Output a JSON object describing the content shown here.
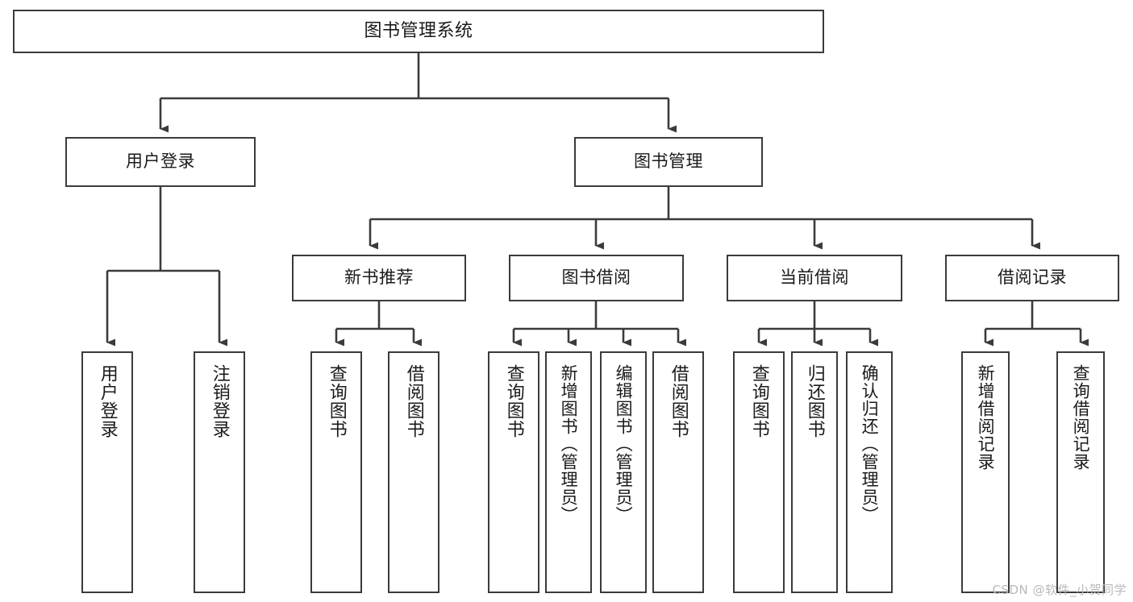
{
  "diagram": {
    "type": "tree-flowchart",
    "title": "图书管理系统",
    "root": {
      "label": "图书管理系统"
    },
    "level2": [
      {
        "id": "user-login",
        "label": "用户登录"
      },
      {
        "id": "book-manage",
        "label": "图书管理"
      }
    ],
    "level3": [
      {
        "id": "new-book-recommend",
        "label": "新书推荐",
        "parent": "book-manage"
      },
      {
        "id": "book-borrow",
        "label": "图书借阅",
        "parent": "book-manage"
      },
      {
        "id": "current-borrow",
        "label": "当前借阅",
        "parent": "book-manage"
      },
      {
        "id": "borrow-record",
        "label": "借阅记录",
        "parent": "book-manage"
      }
    ],
    "leaves": [
      {
        "id": "leaf-user-login",
        "label": "用户登录",
        "parent": "user-login"
      },
      {
        "id": "leaf-logout-login",
        "label": "注销登录",
        "parent": "user-login"
      },
      {
        "id": "leaf-query-book-1",
        "label": "查询图书",
        "parent": "new-book-recommend"
      },
      {
        "id": "leaf-borrow-book-1",
        "label": "借阅图书",
        "parent": "new-book-recommend"
      },
      {
        "id": "leaf-query-book-2",
        "label": "查询图书",
        "parent": "book-borrow"
      },
      {
        "id": "leaf-add-book",
        "label": "新增图书（管理员）",
        "parent": "book-borrow"
      },
      {
        "id": "leaf-edit-book",
        "label": "编辑图书（管理员）",
        "parent": "book-borrow"
      },
      {
        "id": "leaf-borrow-book-2",
        "label": "借阅图书",
        "parent": "book-borrow"
      },
      {
        "id": "leaf-query-book-3",
        "label": "查询图书",
        "parent": "current-borrow"
      },
      {
        "id": "leaf-return-book",
        "label": "归还图书",
        "parent": "current-borrow"
      },
      {
        "id": "leaf-confirm-return",
        "label": "确认归还（管理员）",
        "parent": "current-borrow"
      },
      {
        "id": "leaf-add-record",
        "label": "新增借阅记录",
        "parent": "borrow-record"
      },
      {
        "id": "leaf-query-record",
        "label": "查询借阅记录",
        "parent": "borrow-record"
      }
    ],
    "colors": {
      "stroke": "#3b3b3b",
      "fill": "#ffffff",
      "text": "#1a1a1a",
      "watermark": "#b9b9b9"
    }
  },
  "watermark": {
    "text": "CSDN @软件_小贺同学"
  }
}
